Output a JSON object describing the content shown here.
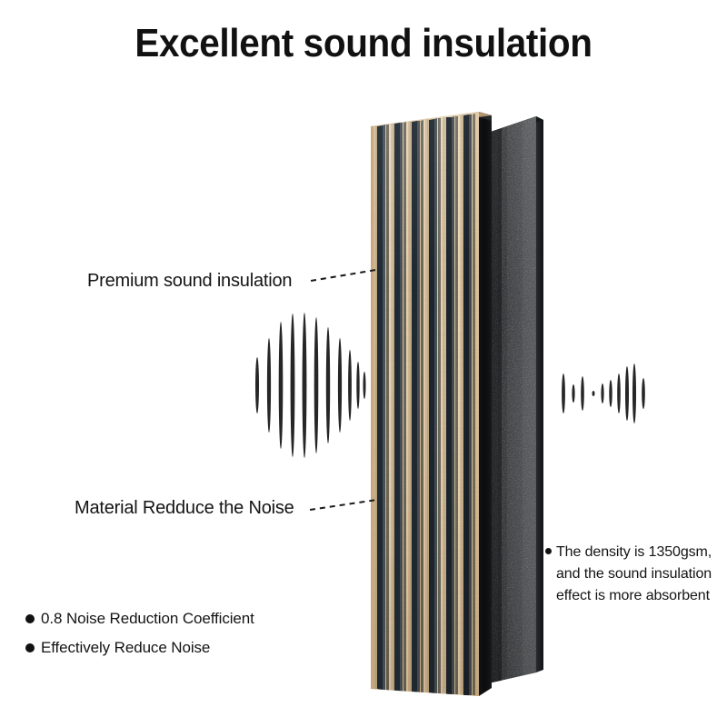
{
  "page": {
    "title": "Excellent sound insulation",
    "background_color": "#ffffff",
    "text_color": "#141414"
  },
  "callouts": [
    {
      "id": "premium-sound-insulation",
      "label": "Premium sound insulation",
      "leader_line": "dashed"
    },
    {
      "id": "material-redduce-the-noise",
      "label": "Material Redduce the Noise",
      "leader_line": "dashed"
    }
  ],
  "bullets_left": [
    {
      "text": "0.8 Noise Reduction Coefficient"
    },
    {
      "text": "Effectively Reduce Noise"
    }
  ],
  "bullet_right": {
    "lines": [
      "The density is 1350gsm,",
      "and the sound insulation",
      "effect is more absorbent"
    ]
  },
  "product": {
    "name": "acoustic-slat-wood-panel",
    "wood_slat_panel": {
      "slat_color_light": "#e3c99d",
      "slat_color_mid": "#d2b184",
      "slat_color_shadow": "#bb9straight",
      "groove_color": "#1d2a36",
      "edge_color": "#1a1a1a",
      "slat_count": 12
    },
    "felt_panel": {
      "label": "dark-grey-acoustic-felt",
      "surface_color": "#3f4244",
      "edge_color": "#191b1c"
    }
  },
  "soundwaves": {
    "incoming": {
      "name": "loud-soundwave-left",
      "color": "#222222",
      "bar_heights": [
        62,
        104,
        140,
        158,
        160,
        150,
        128,
        104,
        78,
        52,
        30
      ]
    },
    "outgoing": {
      "name": "attenuated-soundwave-right",
      "color": "#222222",
      "bar_heights": [
        44,
        20,
        38,
        6,
        22,
        30,
        44,
        60,
        66,
        34
      ]
    }
  }
}
